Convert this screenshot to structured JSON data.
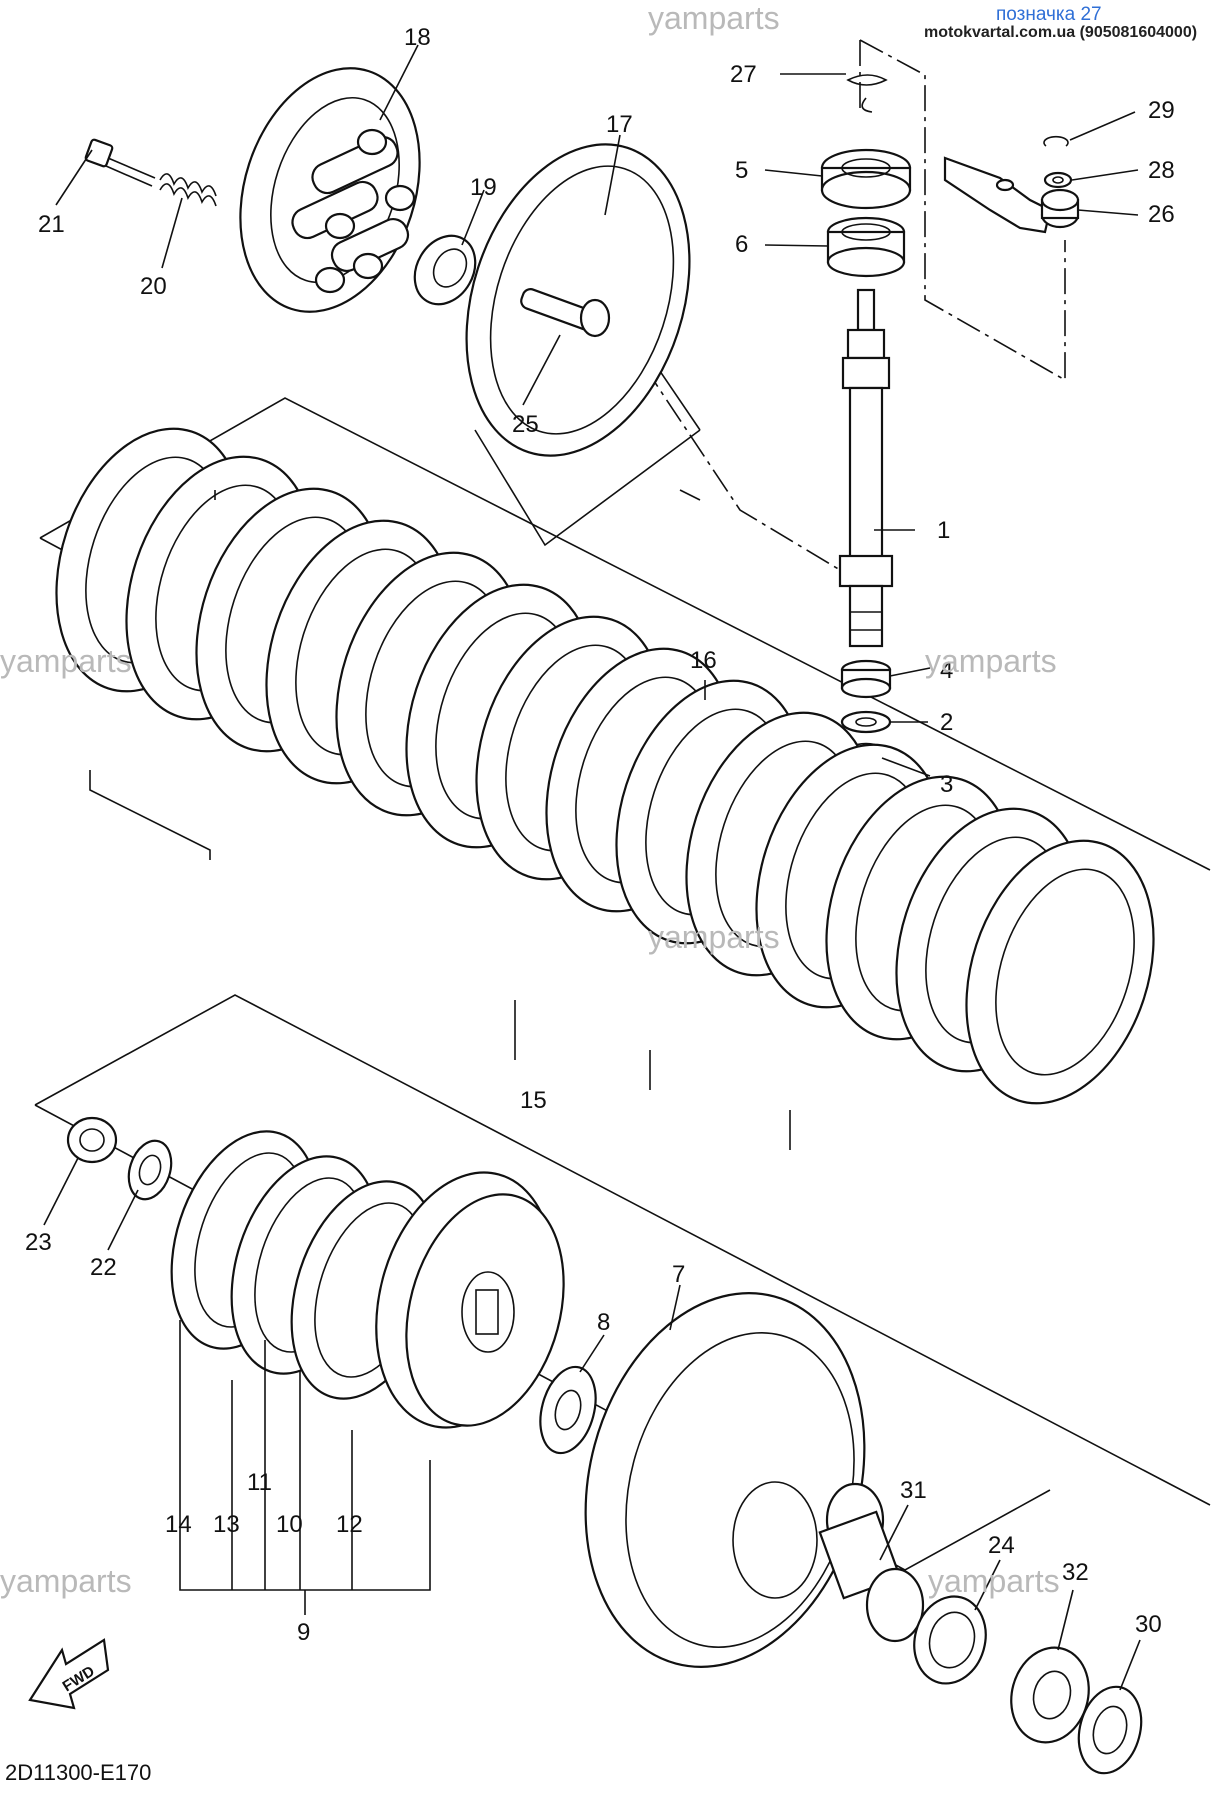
{
  "header": {
    "watermark_top": "yamparts",
    "label": "позначка 27",
    "site": "motokvartal.com.ua (905081604000)"
  },
  "watermark": "yamparts",
  "diagram_code": "2D11300-E170",
  "fwd_label": "FWD",
  "callouts": [
    "1",
    "2",
    "3",
    "4",
    "5",
    "6",
    "7",
    "8",
    "9",
    "10",
    "11",
    "12",
    "13",
    "14",
    "15",
    "16",
    "17",
    "18",
    "19",
    "20",
    "21",
    "22",
    "23",
    "24",
    "25",
    "26",
    "27",
    "28",
    "29",
    "30",
    "31",
    "32"
  ]
}
